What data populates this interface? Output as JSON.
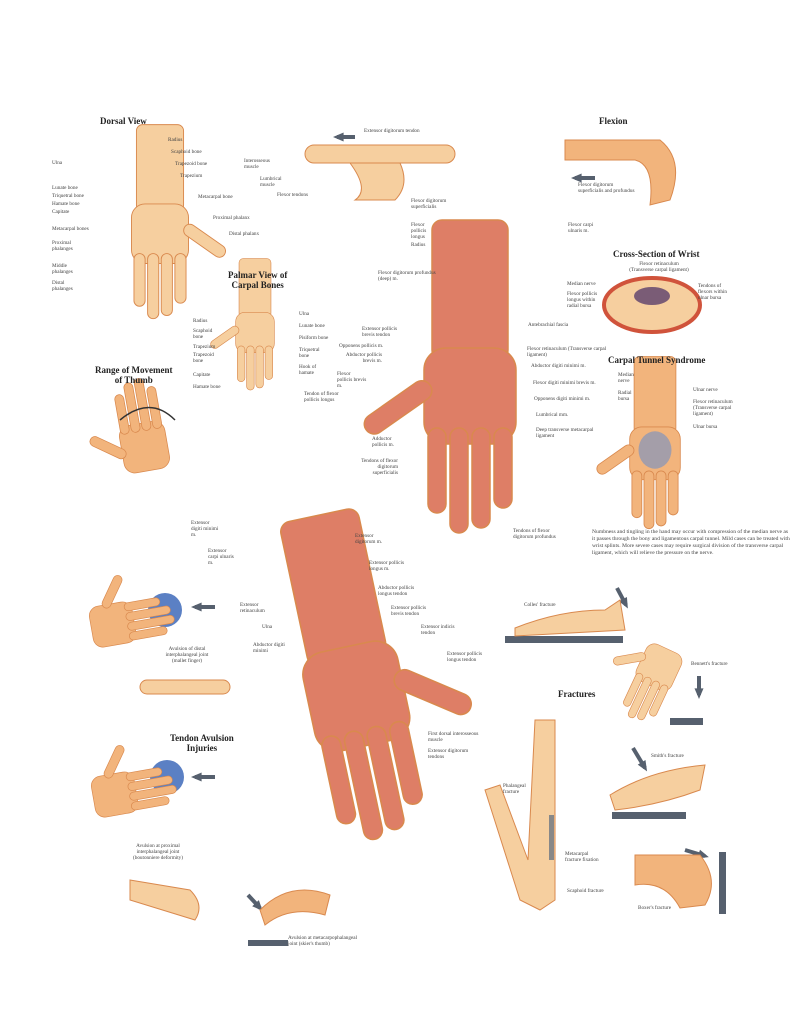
{
  "dorsal_view": {
    "title": "Dorsal View",
    "labels": [
      "Ulna",
      "Radius",
      "Scaphoid bone",
      "Trapezoid bone",
      "Trapezium",
      "Lunate bone",
      "Triquetral bone",
      "Hamate bone",
      "Capitate",
      "Metacarpal bone",
      "Metacarpal bones",
      "Proximal phalanx",
      "Distal phalanx",
      "Proximal phalanges",
      "Middle phalanges",
      "Distal phalanges"
    ]
  },
  "extension": {
    "labels": [
      "Extensor digitorum tendon",
      "Interosseous muscle",
      "Lumbrical muscle",
      "Flexor tendons"
    ]
  },
  "flexion": {
    "title": "Flexion",
    "labels": [
      "Flexor digitorum superficialis and profundus"
    ]
  },
  "palmar_carpal": {
    "title_line1": "Palmar View of",
    "title_line2": "Carpal Bones",
    "labels": [
      "Radius",
      "Scaphoid bone",
      "Trapezium",
      "Trapezoid bone",
      "Capitate",
      "Hamate bone",
      "Ulna",
      "Lunate bone",
      "Pisiform bone",
      "Triquetral bone",
      "Hook of hamate"
    ]
  },
  "palmar_muscles": {
    "labels": [
      "Flexor digitorum superficialis",
      "Flexor pollicis longus",
      "Radius",
      "Flexor digitorum profundus (deep) m.",
      "Flexor carpi ulnaris m.",
      "Extensor pollicis brevis tendon",
      "Opponens pollicis m.",
      "Abductor pollicis brevis m.",
      "Flexor pollicis brevis m.",
      "Tendon of flexor pollicis longus",
      "Adductor pollicis m.",
      "Tendons of flexor digitorum superficialis",
      "Antebrachial fascia",
      "Flexor retinaculum (Transverse carpal ligament)",
      "Abductor digiti minimi m.",
      "Flexor digiti minimi brevis m.",
      "Opponens digiti minimi m.",
      "Lumbrical mm.",
      "Deep transverse metacarpal ligament",
      "Tendons of flexor digitorum profundus"
    ]
  },
  "cross_section": {
    "title": "Cross-Section of Wrist",
    "labels": [
      "Flexor retinaculum (Transverse carpal ligament)",
      "Median nerve",
      "Flexor pollicis longus within radial bursa",
      "Tendons of flexors within ulnar bursa"
    ]
  },
  "thumb_range": {
    "title_line1": "Range of Movement",
    "title_line2": "of Thumb"
  },
  "carpal_tunnel": {
    "title": "Carpal Tunnel Syndrome",
    "labels": [
      "Median nerve",
      "Radial bursa",
      "Ulnar nerve",
      "Flexor retinaculum (Transverse carpal ligament)",
      "Ulnar bursa"
    ],
    "description": "Numbness and tingling in the hand may occur with compression of the median nerve as it passes through the bony and ligamentous carpal tunnel. Mild cases can be treated with wrist splints. More severe cases may require surgical division of the transverse carpal ligament, which will relieve the pressure on the nerve."
  },
  "dorsal_muscles": {
    "labels": [
      "Extensor digiti minimi m.",
      "Extensor digitorum m.",
      "Extensor carpi ulnaris m.",
      "Extensor pollicis longus m.",
      "Abductor pollicis longus tendon",
      "Extensor pollicis brevis tendon",
      "Extensor retinaculum",
      "Ulna",
      "Extensor indicis tendon",
      "Abductor digiti minimi",
      "Extensor pollicis longus tendon",
      "First dorsal interosseous muscle",
      "Extensor digitorum tendons"
    ]
  },
  "tendon_avulsion": {
    "title_line1": "Tendon Avulsion",
    "title_line2": "Injuries",
    "labels": [
      "Avulsion of distal interphalangeal joint (mallet finger)",
      "Avulsion at proximal interphalangeal joint (boutonniere deformity)",
      "Avulsion at metacarpophalangeal joint (skier's thumb)"
    ]
  },
  "fractures": {
    "title": "Fractures",
    "labels": [
      "Colles' fracture",
      "Bennett's fracture",
      "Smith's fracture",
      "Phalangeal fracture",
      "Metacarpal fracture fixation",
      "Scaphoid fracture",
      "Boxer's fracture"
    ]
  },
  "colors": {
    "skin": "#f2b47c",
    "bone": "#f6cf9f",
    "muscle": "#de7e66",
    "outline": "#d9894e",
    "arrow": "#56606e",
    "ball": "#5b80c4",
    "bursa": "#6f8fc8"
  }
}
